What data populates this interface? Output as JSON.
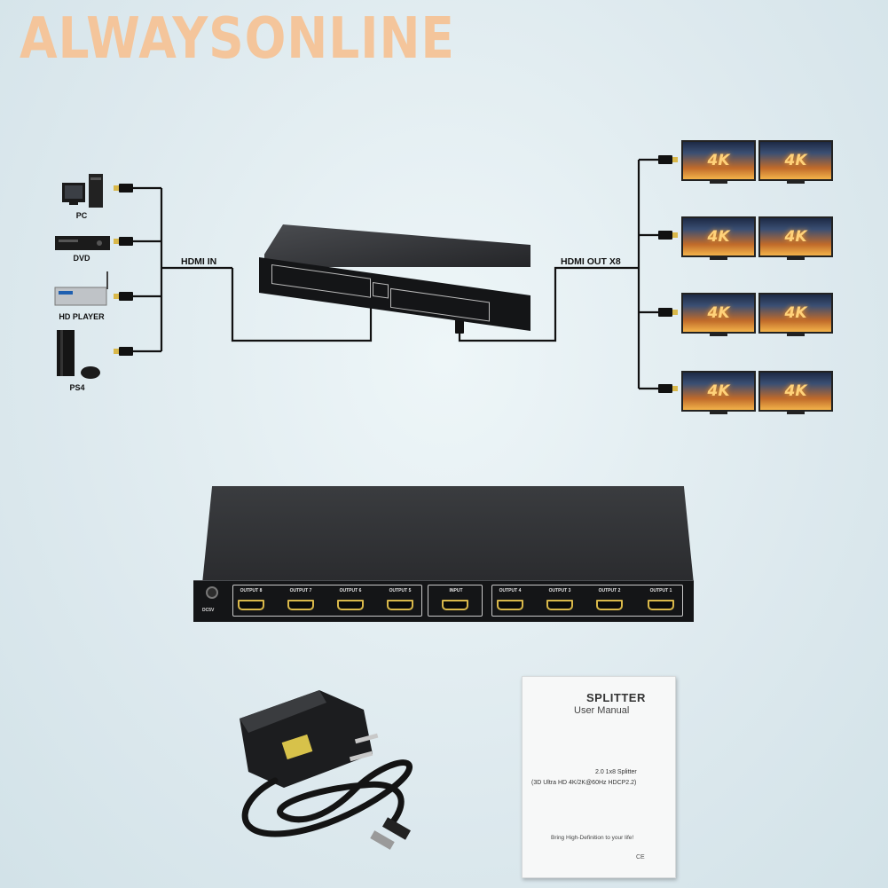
{
  "brand": "ALWAYSONLINE",
  "sources": [
    {
      "label": "PC",
      "icon": "pc-icon"
    },
    {
      "label": "DVD",
      "icon": "dvd-player-icon"
    },
    {
      "label": "HD PLAYER",
      "icon": "hd-player-icon"
    },
    {
      "label": "PS4",
      "icon": "ps4-console-icon"
    }
  ],
  "diagram": {
    "input_label": "HDMI IN",
    "output_label": "HDMI OUT X8",
    "display_text": "4K"
  },
  "splitter_panel": {
    "dc_label": "DC5V",
    "left_outputs": [
      "OUTPUT 8",
      "OUTPUT 7",
      "OUTPUT 6",
      "OUTPUT 5"
    ],
    "input": "INPUT",
    "right_outputs": [
      "OUTPUT 4",
      "OUTPUT 3",
      "OUTPUT 2",
      "OUTPUT 1"
    ]
  },
  "manual": {
    "title": "SPLITTER",
    "subtitle": "User Manual",
    "line1": "2.0 1x8 Splitter",
    "line2": "(3D Ultra HD 4K/2K@60Hz HDCP2.2)",
    "tagline": "Bring High-Definition to your life!",
    "marks": "CE"
  },
  "colors": {
    "brand": "#f4c59b",
    "wire": "#111111",
    "port_gold": "#d9b84a"
  }
}
